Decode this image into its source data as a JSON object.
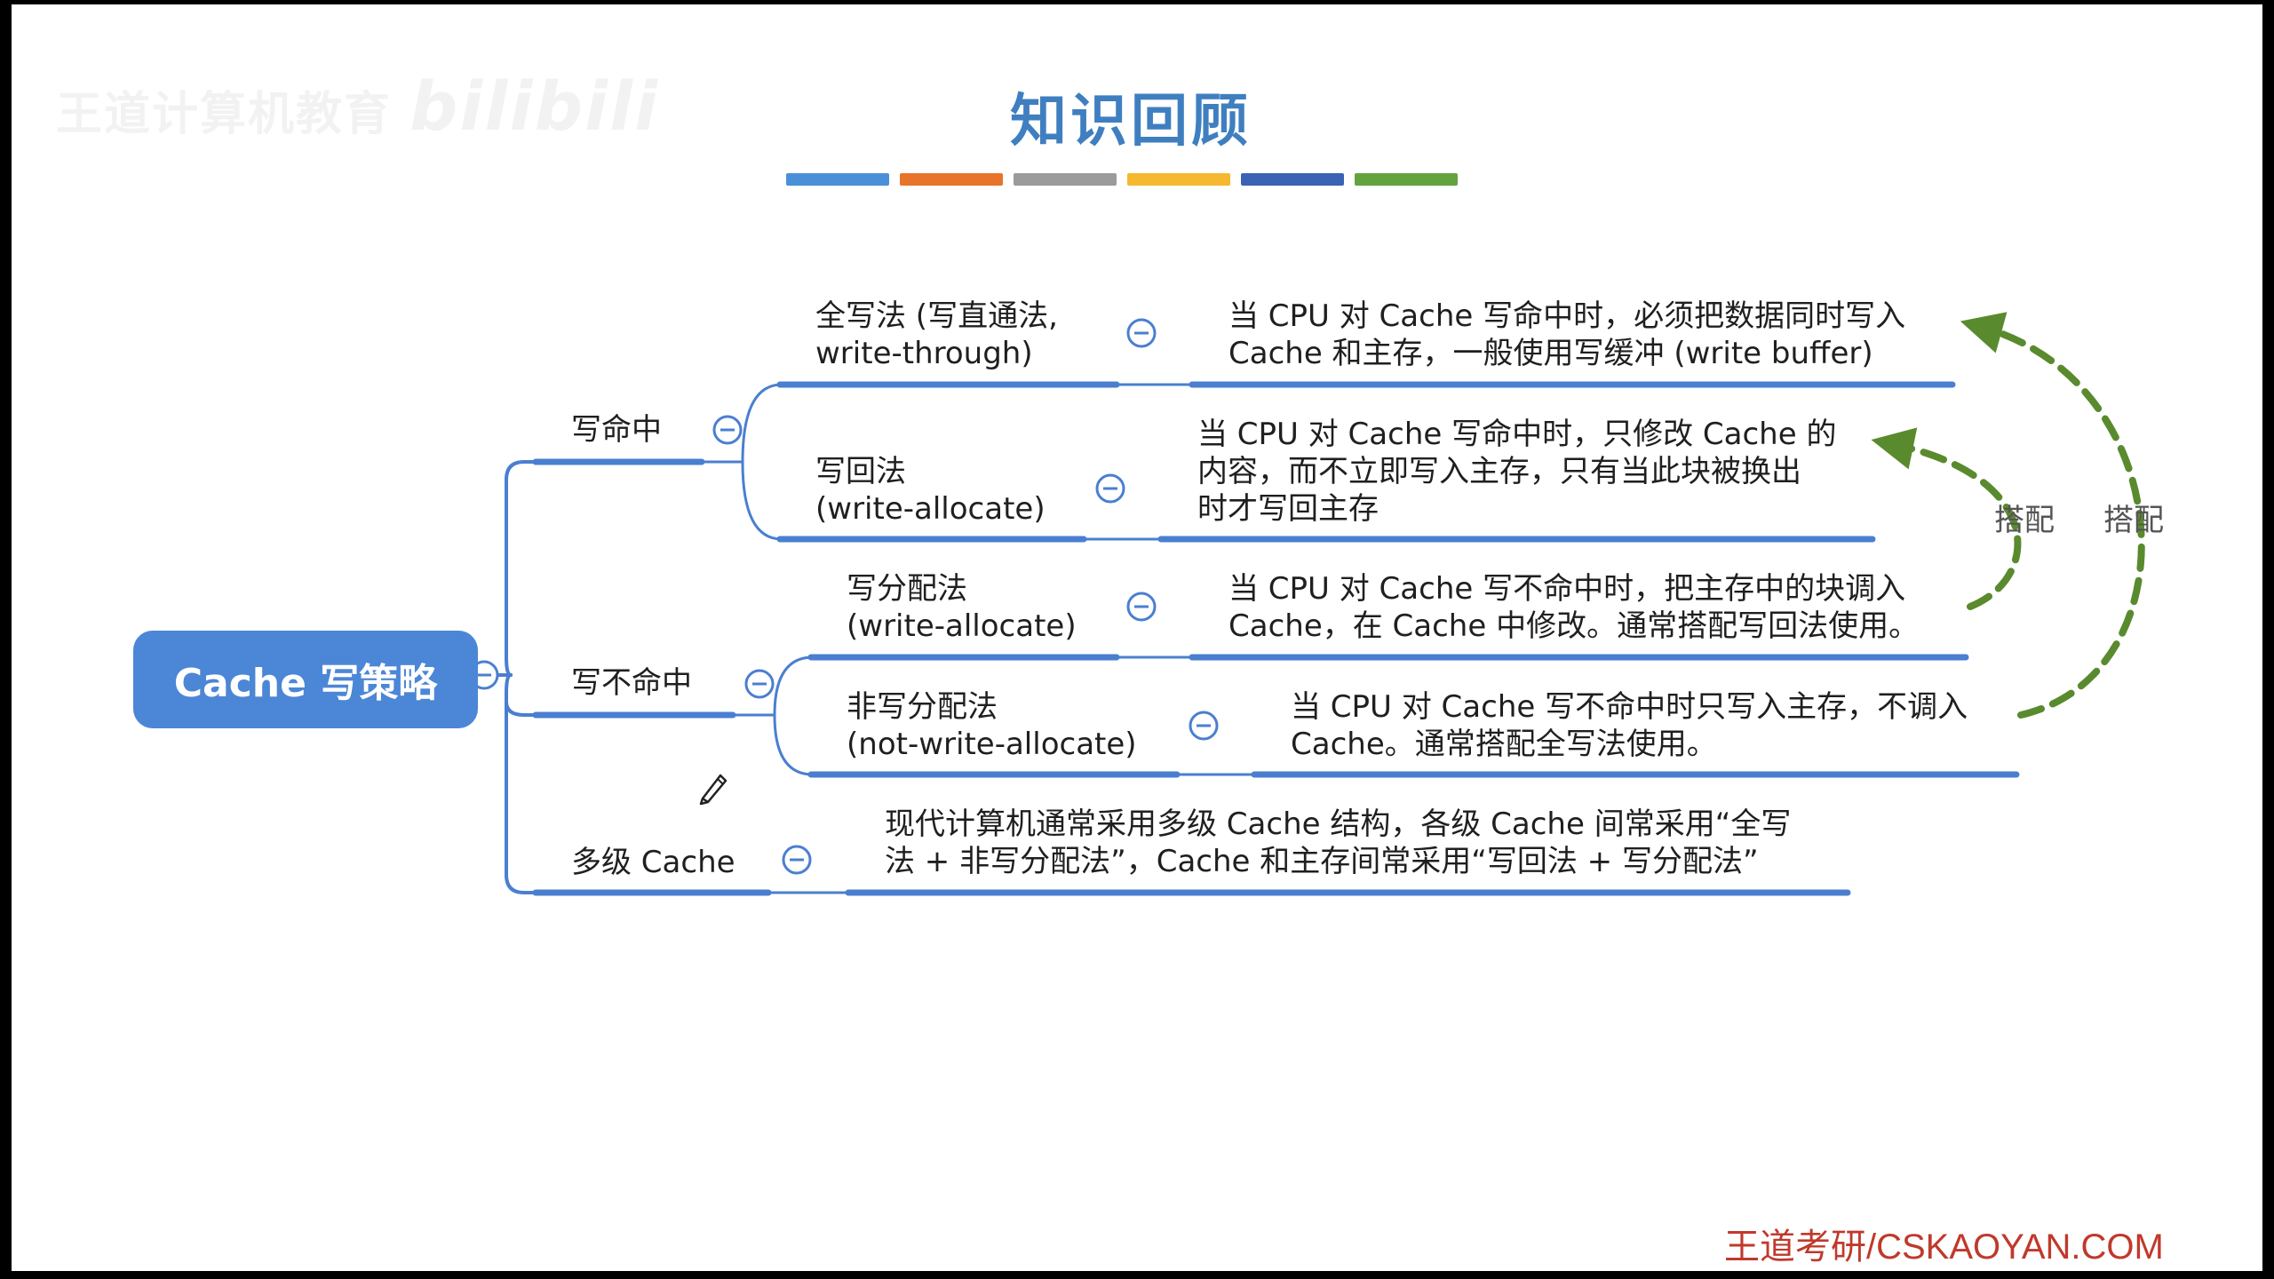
{
  "watermark": {
    "text": "王道计算机教育",
    "logo": "bilibili"
  },
  "title": "知识回顾",
  "title_bar_colors": [
    "#4a90d9",
    "#e8732a",
    "#9b9b9b",
    "#f5b82e",
    "#3b62b5",
    "#63a33f"
  ],
  "colors": {
    "branch": "#4a7fd0",
    "collapse": "#4a7fd0",
    "arrow": "#5a8a2e",
    "root_fill": "#4c86d6",
    "footer": "#c0392b"
  },
  "root": {
    "label": "Cache 写策略"
  },
  "branches": {
    "write_hit": {
      "label": "写命中",
      "children": {
        "write_through": {
          "label_line1": "全写法 (写直通法,",
          "label_line2": "write-through)",
          "desc_line1": "当 CPU 对 Cache 写命中时，必须把数据同时写入",
          "desc_line2": "Cache 和主存，一般使用写缓冲 (write buffer)"
        },
        "write_back": {
          "label_line1": "写回法",
          "label_line2": "(write-allocate)",
          "desc_line1": "当 CPU 对 Cache 写命中时，只修改 Cache 的",
          "desc_line2": "内容，而不立即写入主存，只有当此块被换出",
          "desc_line3": "时才写回主存"
        }
      }
    },
    "write_miss": {
      "label": "写不命中",
      "children": {
        "write_allocate": {
          "label_line1": "写分配法",
          "label_line2": "(write-allocate)",
          "desc_line1": "当 CPU 对 Cache 写不命中时，把主存中的块调入",
          "desc_line2": "Cache，在 Cache 中修改。通常搭配写回法使用。"
        },
        "no_write_allocate": {
          "label_line1": "非写分配法",
          "label_line2": "(not-write-allocate)",
          "desc_line1": "当 CPU 对 Cache 写不命中时只写入主存，不调入",
          "desc_line2": "Cache。通常搭配全写法使用。"
        }
      }
    },
    "multilevel": {
      "label": "多级 Cache",
      "desc_line1": "现代计算机通常采用多级 Cache 结构，各级 Cache 间常采用“全写",
      "desc_line2": "法 + 非写分配法”，Cache 和主存间常采用“写回法 + 写分配法”"
    }
  },
  "arrows": {
    "inner_label": "搭配",
    "outer_label": "搭配"
  },
  "footer": "王道考研/CSKAOYAN.COM",
  "icons": {
    "collapse": "minus-circle-icon",
    "pen": "pen-icon"
  }
}
